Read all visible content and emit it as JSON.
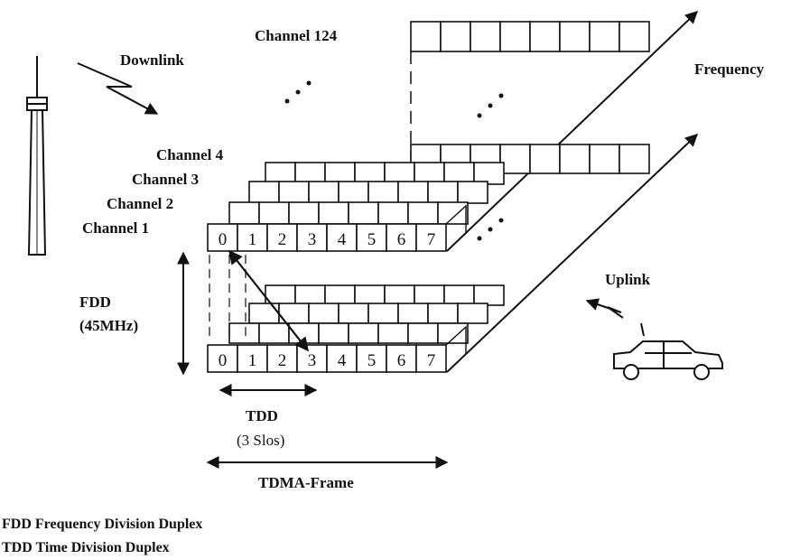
{
  "diagram": {
    "title_labels": {
      "downlink": "Downlink",
      "uplink": "Uplink",
      "frequency": "Frequency",
      "channel_top": "Channel 124",
      "channels": [
        "Channel 1",
        "Channel 2",
        "Channel 3",
        "Channel 4"
      ],
      "fdd": "FDD",
      "fdd_value": "(45MHz)",
      "tdd": "TDD",
      "tdd_value": "(3 Slos)",
      "tdma_frame": "TDMA-Frame"
    },
    "slots": [
      "0",
      "1",
      "2",
      "3",
      "4",
      "5",
      "6",
      "7"
    ],
    "legend": [
      "FDD Frequency Division Duplex",
      "TDD Time Division Duplex"
    ],
    "colors": {
      "line": "#111111",
      "background": "#ffffff"
    }
  }
}
